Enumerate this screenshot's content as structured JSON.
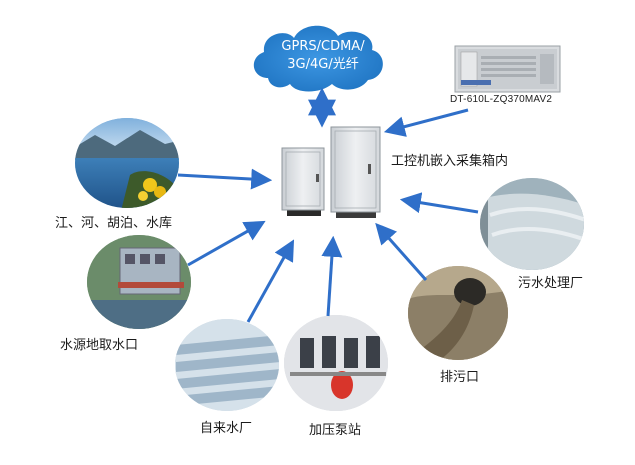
{
  "cloud": {
    "line1": "GPRS/CDMA/",
    "line2": "3G/4G/光纤"
  },
  "server": {
    "model": "DT-610L-ZQ370MAV2"
  },
  "center": {
    "label": "工控机嵌入采集箱内"
  },
  "nodes": {
    "river": "江、河、胡泊、水库",
    "intake": "水源地取水口",
    "plant": "自来水厂",
    "pump": "加压泵站",
    "outlet": "排污口",
    "sewage": "污水处理厂"
  },
  "colors": {
    "arrow": "#2f6fc9",
    "cloud": "#2a86d6",
    "cabinet": "#e8ebee"
  }
}
